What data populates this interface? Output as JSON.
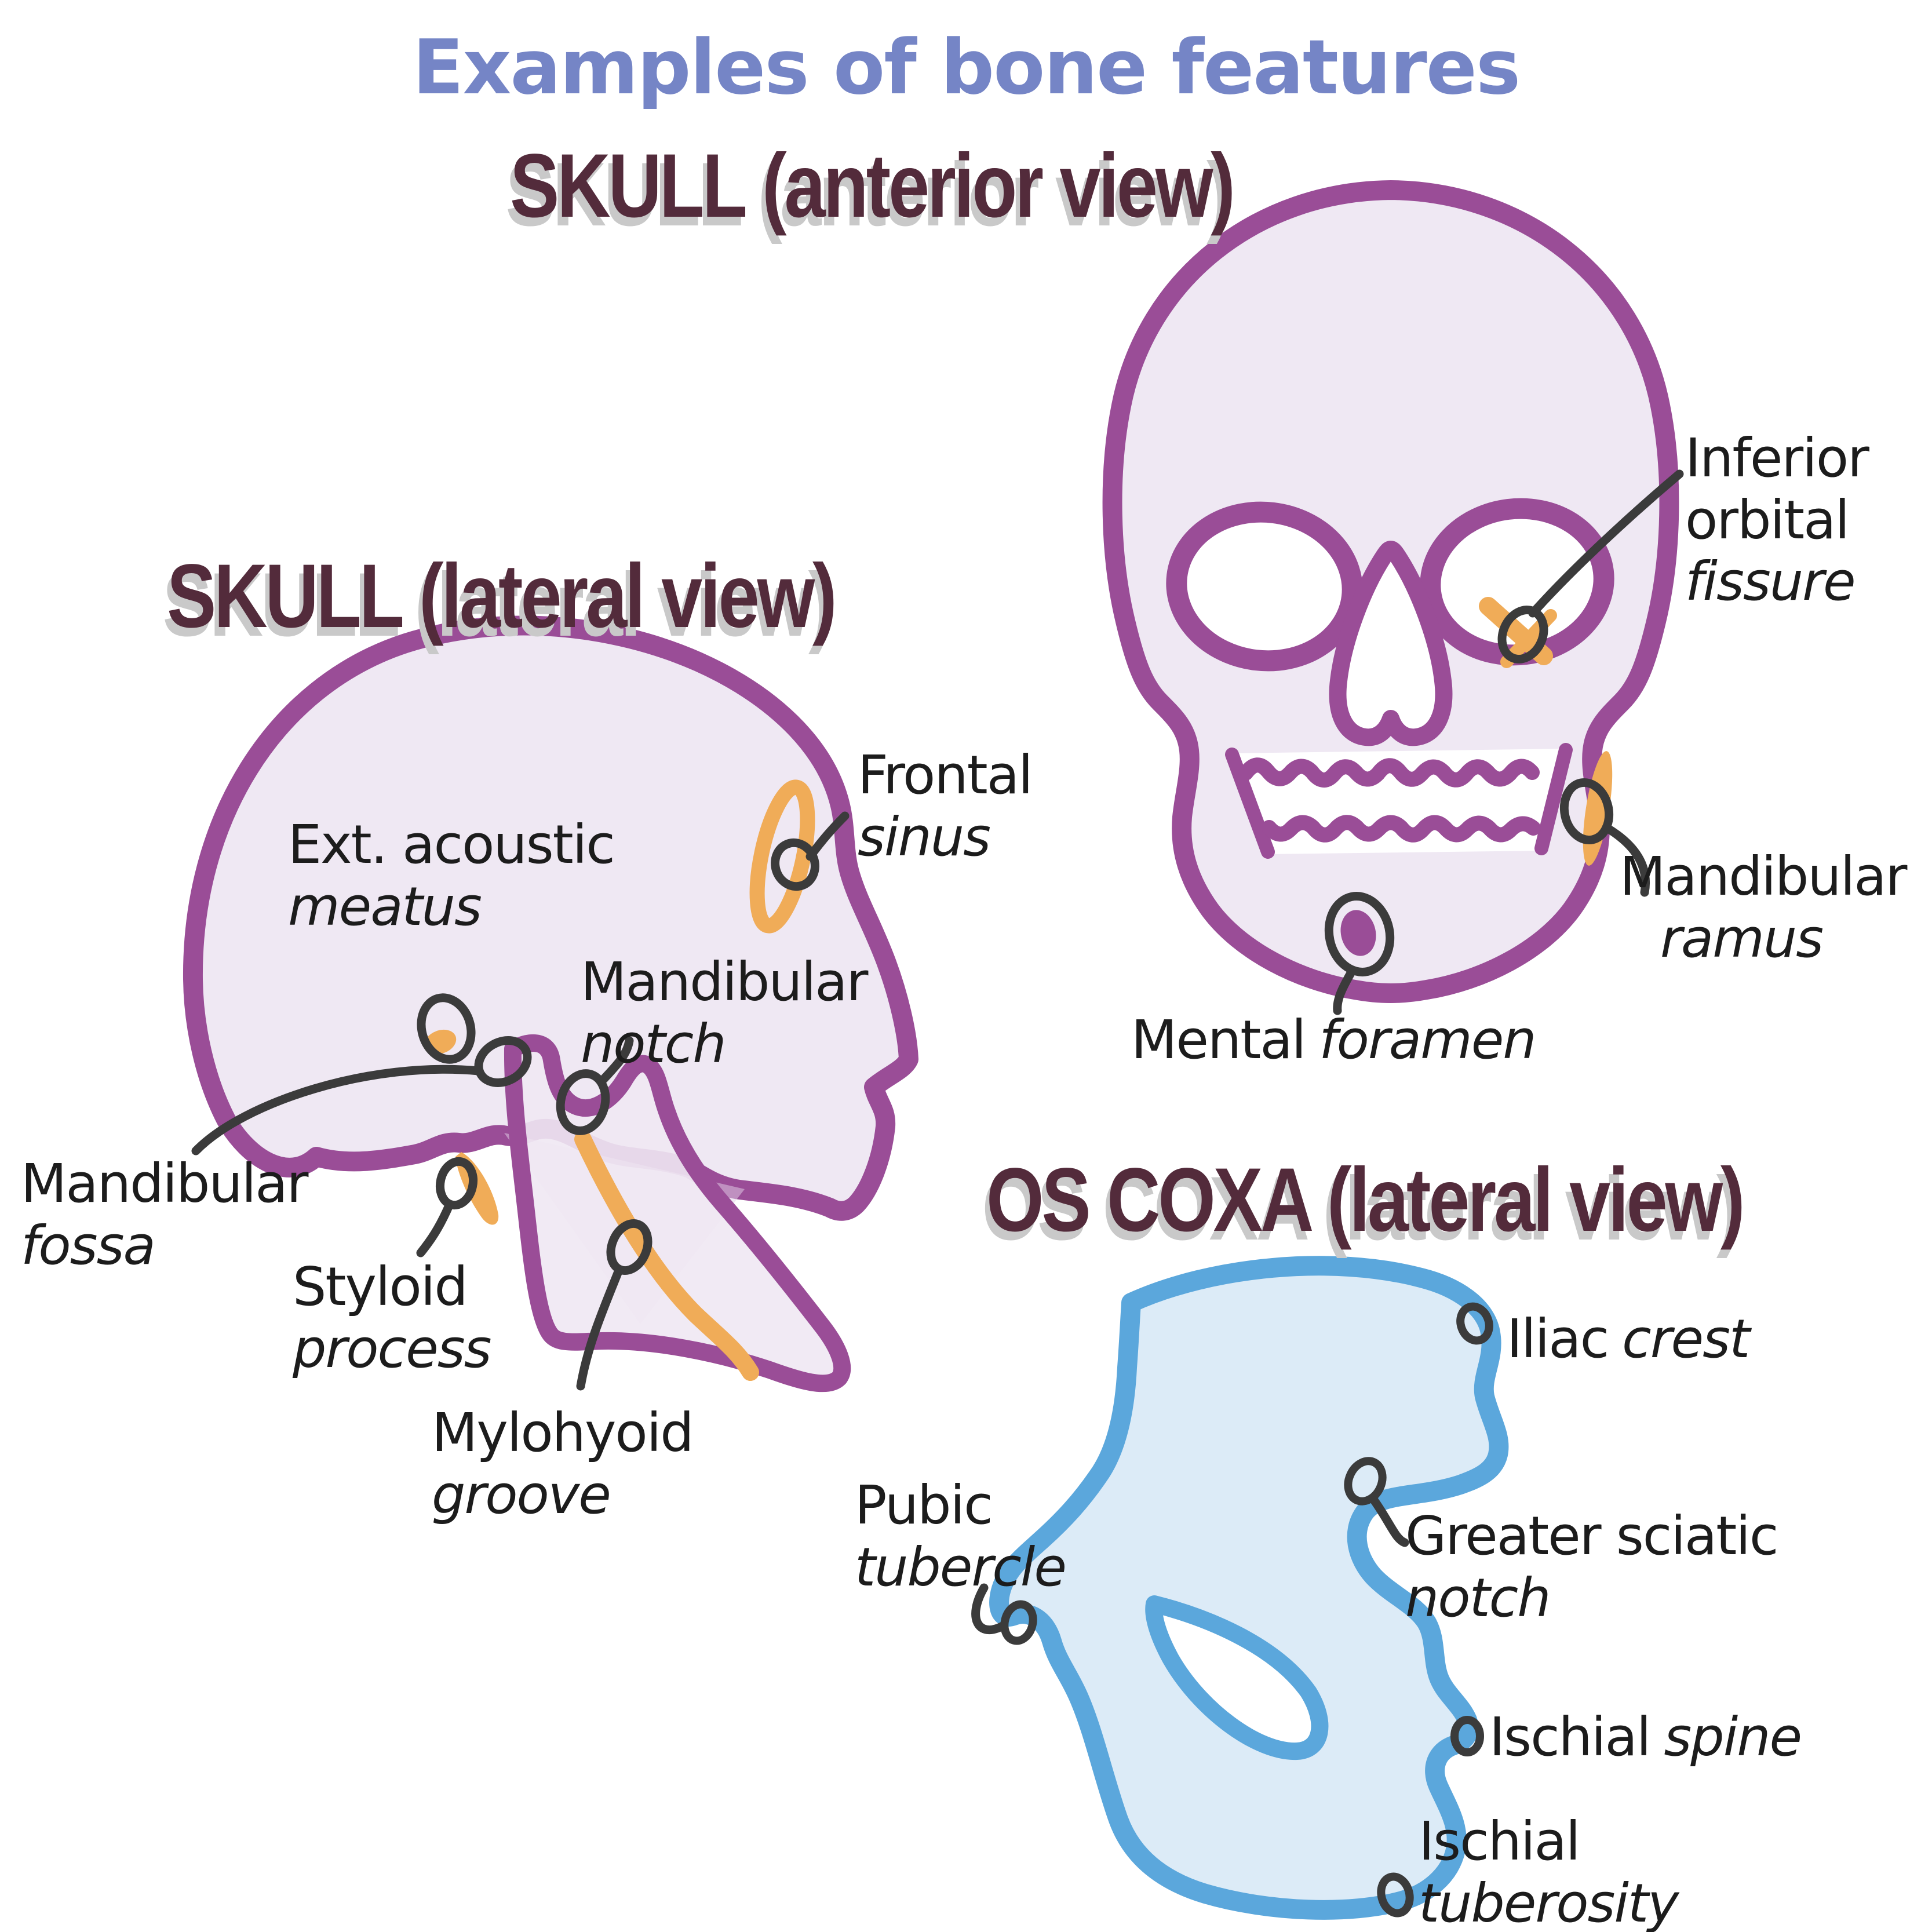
{
  "title": {
    "text": "Examples of bone features"
  },
  "sections": {
    "anterior": {
      "heading": "SKULL (anterior view)"
    },
    "lateral": {
      "heading": "SKULL (lateral view)"
    },
    "oscoxa": {
      "heading": "OS COXA (lateral view)"
    }
  },
  "labels": {
    "inferior_orbital_fissure": {
      "l1": "Inferior",
      "l2": "orbital",
      "l3": "fissure"
    },
    "mandibular_ramus": {
      "l1": "Mandibular",
      "l2": "ramus"
    },
    "mental_foramen": {
      "l1": "Mental",
      "l2": "foramen"
    },
    "ext_acoustic_meatus": {
      "l1": "Ext. acoustic",
      "l2": "meatus"
    },
    "frontal_sinus": {
      "l1": "Frontal",
      "l2": "sinus"
    },
    "mandibular_notch": {
      "l1": "Mandibular",
      "l2": "notch"
    },
    "mandibular_fossa": {
      "l1": "Mandibular",
      "l2": "fossa"
    },
    "styloid_process": {
      "l1": "Styloid",
      "l2": "process"
    },
    "mylohyoid_groove": {
      "l1": "Mylohyoid",
      "l2": "groove"
    },
    "iliac_crest": {
      "l1": "Iliac",
      "l2": "crest"
    },
    "pubic_tubercle": {
      "l1": "Pubic",
      "l2": "tubercle"
    },
    "greater_sciatic_notch": {
      "l1": "Greater sciatic",
      "l2": "notch"
    },
    "ischial_spine": {
      "l1": "Ischial",
      "l2": "spine"
    },
    "ischial_tuberosity": {
      "l1": "Ischial",
      "l2": "tuberosity"
    }
  },
  "colors": {
    "title_blue": "#7585C6",
    "heading_maroon": "#532B3B",
    "heading_shadow": "#C9C9C9",
    "skull_outline_purple": "#9A4D97",
    "skull_fill_lavender": "#EFE8F3",
    "mandible_shade": "#E3D4E9",
    "highlight_orange": "#F0AC58",
    "oscoxa_outline_blue": "#5BA7DC",
    "oscoxa_fill_blue": "#DCEBF7",
    "leader_dark": "#3B3B3B",
    "label_text": "#1C1C1C"
  }
}
